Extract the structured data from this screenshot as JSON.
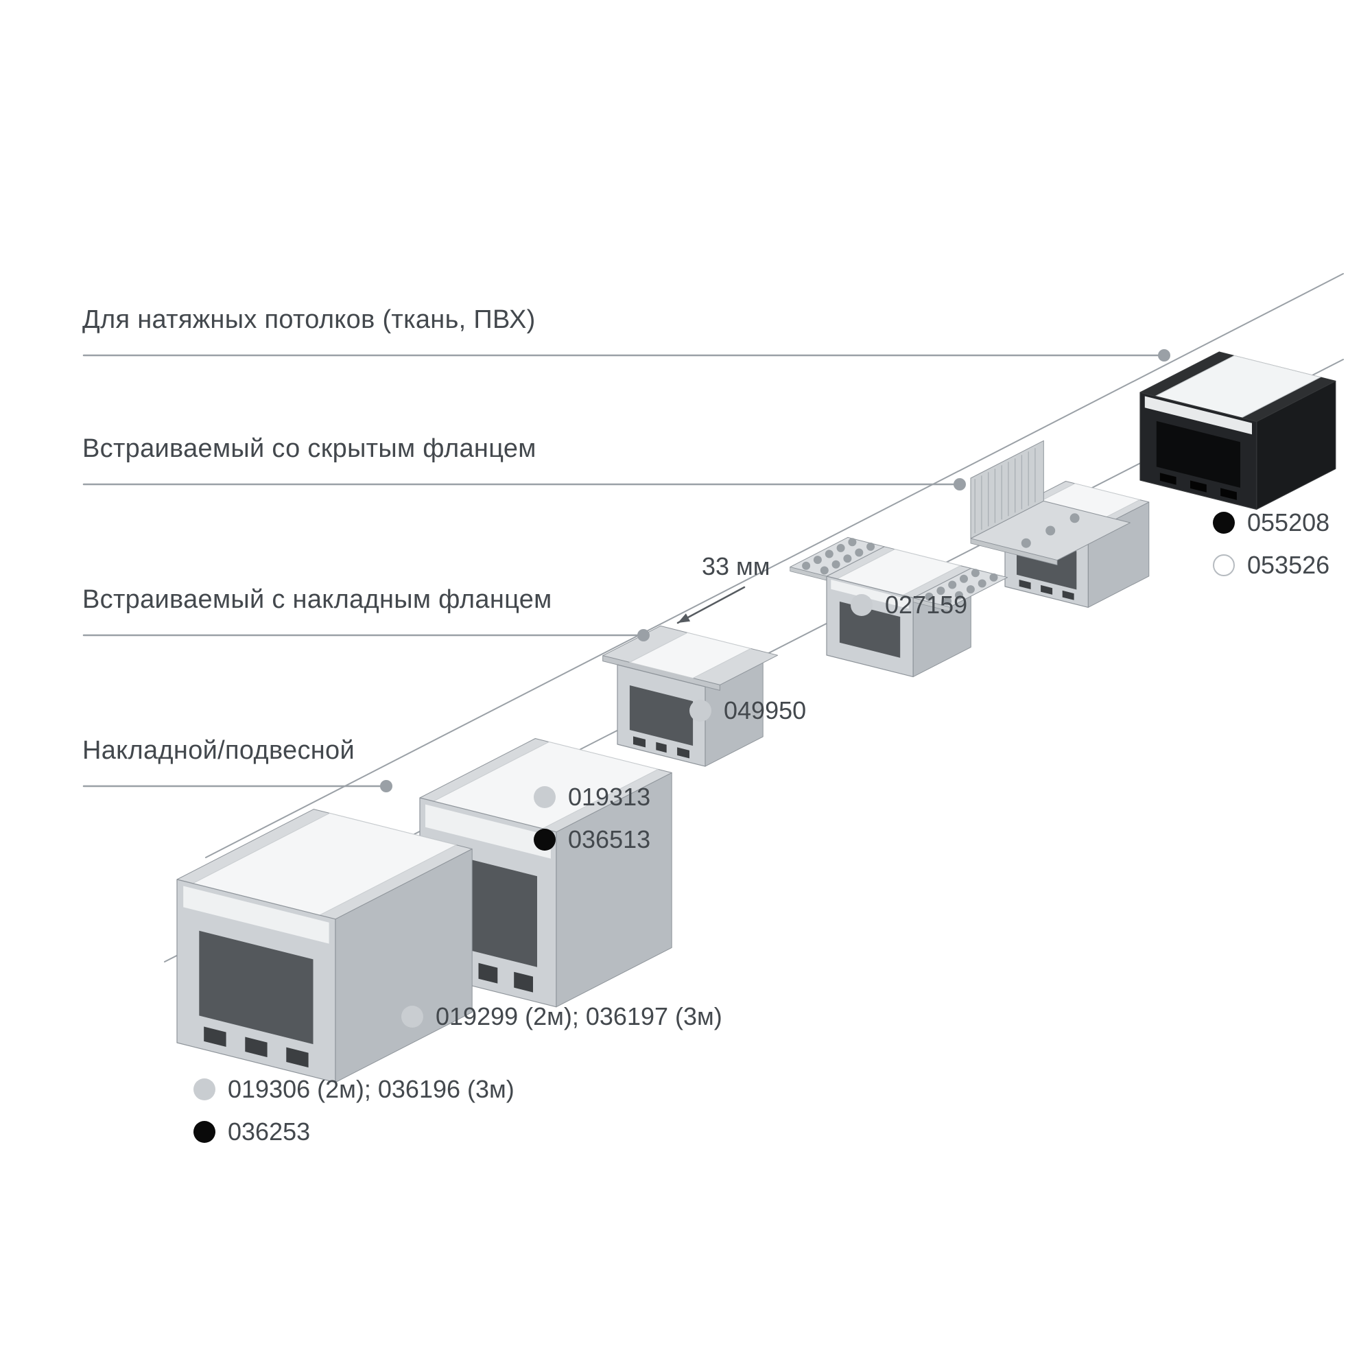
{
  "categories": [
    {
      "label": "Для натяжных потолков (ткань, ПВХ)"
    },
    {
      "label": "Встраиваемый со скрытым фланцем"
    },
    {
      "label": "Встраиваемый с накладным фланцем"
    },
    {
      "label": "Накладной/подвесной"
    }
  ],
  "dimension": {
    "label": "33 мм"
  },
  "codes": [
    {
      "dot": "gray",
      "label": "019306 (2м); 036196 (3м)"
    },
    {
      "dot": "black",
      "label": "036253"
    },
    {
      "dot": "gray",
      "label": "019299 (2м); 036197 (3м)"
    },
    {
      "dot": "gray",
      "label": "019313"
    },
    {
      "dot": "black",
      "label": "036513"
    },
    {
      "dot": "gray",
      "label": "049950"
    },
    {
      "dot": "gray",
      "label": "027159"
    },
    {
      "dot": "black",
      "label": "055208"
    },
    {
      "dot": "white",
      "label": "053526"
    }
  ],
  "colors": {
    "text": "#43484d",
    "leader_line": "#9aa0a6",
    "dot_gray": "#c9cdd1",
    "dot_black": "#0a0a0a",
    "dot_white": "#ffffff",
    "profile_silver": "#cdd1d5",
    "profile_black": "#232528",
    "lens_white": "#f5f6f7"
  }
}
